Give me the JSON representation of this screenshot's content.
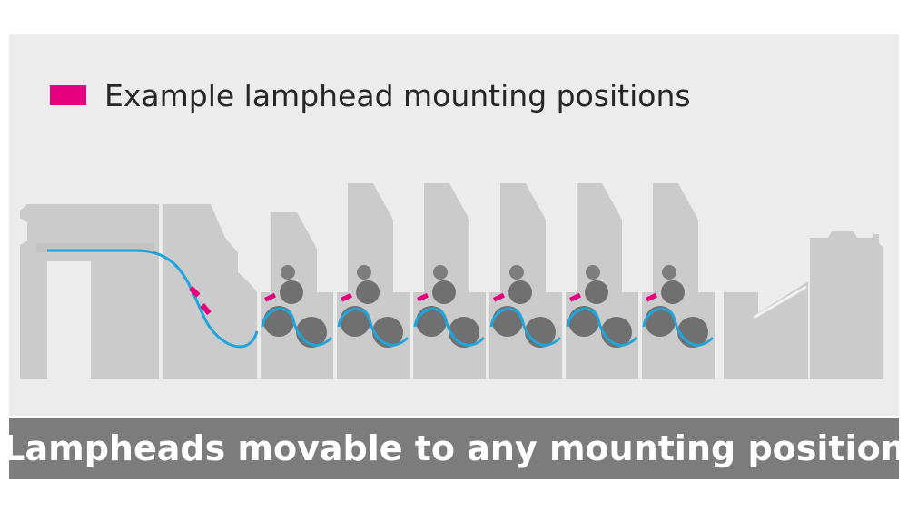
{
  "legend": {
    "label": "Example lamphead mounting positions",
    "swatch_color": "#e6007e"
  },
  "banner": {
    "text": "Lampheads movable to any mounting position"
  },
  "colors": {
    "background": "#ececec",
    "machine": "#cbcbcb",
    "machine_edge": "#f2f2f2",
    "cylinder": "#707070",
    "small_cylinder": "#7d7d7d",
    "sheet_path": "#1ea6dc",
    "lamphead": "#e6007e",
    "banner": "#7c7c7c"
  },
  "diagram": {
    "printing_units": 6,
    "lampheads": 7
  }
}
